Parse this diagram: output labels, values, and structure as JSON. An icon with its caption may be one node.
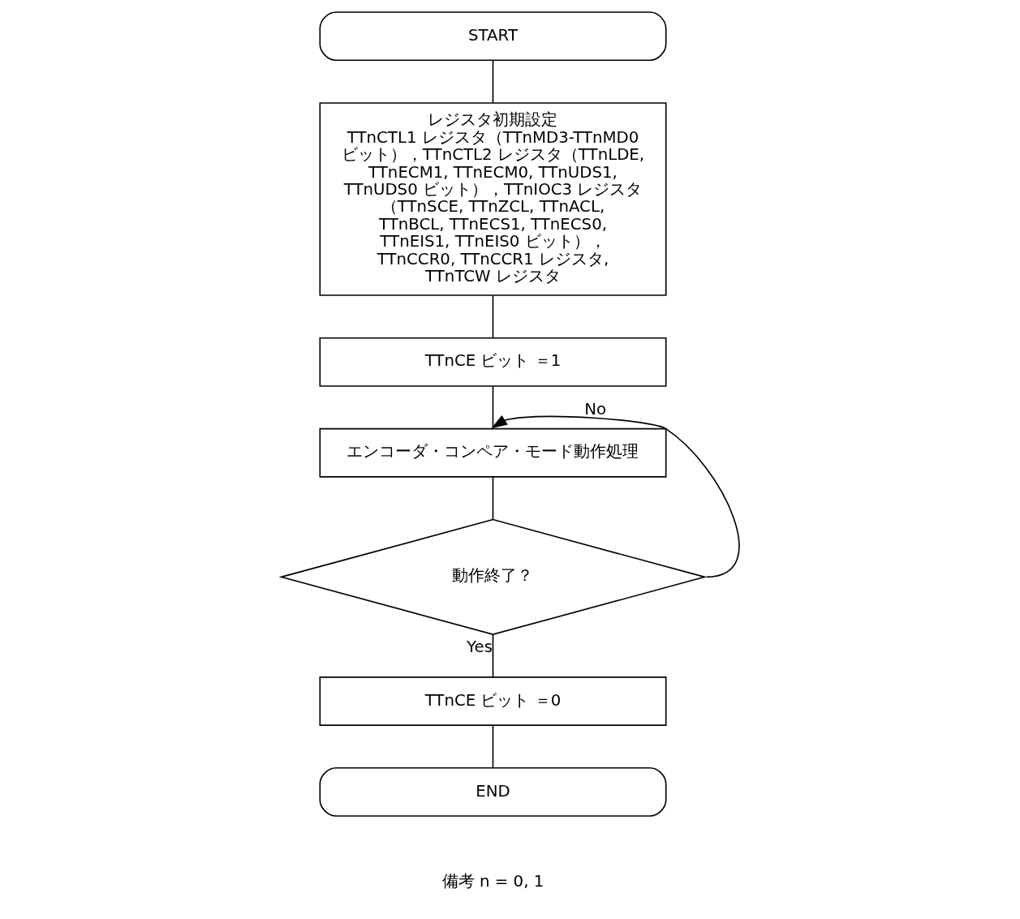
{
  "diagram": {
    "nodes": [
      {
        "text": [
          "START"
        ]
      },
      {
        "text": [
          "レジスタ初期設定",
          "TTnCTL1 レジスタ（TTnMD3-TTnMD0 ビット），TTnCTL2 レジスタ（TTnLDE, TTnECM1, TTnECM0, TTnUDS1, TTnUDS0 ビット），TTnIOC3 レジスタ（TTnSCE, TTnZCL, TTnACL, TTnBCL, TTnECS1, TTnECS0, TTnEIS1, TTnEIS0 ビット），TTnCCR0, TTnCCR1 レジスタ, TTnTCW レジスタ"
        ]
      },
      {
        "text": [
          "TTnCE ビット ＝1"
        ]
      },
      {
        "text": [
          "エンコーダ・コンペア・モード動作処理"
        ]
      },
      {
        "text": [
          "動作終了？"
        ]
      },
      {
        "text": [
          "TTnCE ビット ＝0"
        ]
      },
      {
        "text": [
          "END"
        ]
      }
    ],
    "edges": [
      {
        "from": 0,
        "to": 1,
        "arrow": "none"
      },
      {
        "from": 1,
        "to": 2,
        "arrow": "none"
      },
      {
        "from": 2,
        "to": 3,
        "arrow": "none"
      },
      {
        "from": 3,
        "to": 4,
        "arrow": "none"
      },
      {
        "from": 4,
        "to": 3,
        "arrow": "to",
        "label": "No"
      },
      {
        "from": 4,
        "to": 5,
        "arrow": "none",
        "label": "Yes"
      },
      {
        "from": 5,
        "to": 6,
        "arrow": "none"
      }
    ],
    "labels": [
      "備考 n = 0, 1"
    ]
  }
}
